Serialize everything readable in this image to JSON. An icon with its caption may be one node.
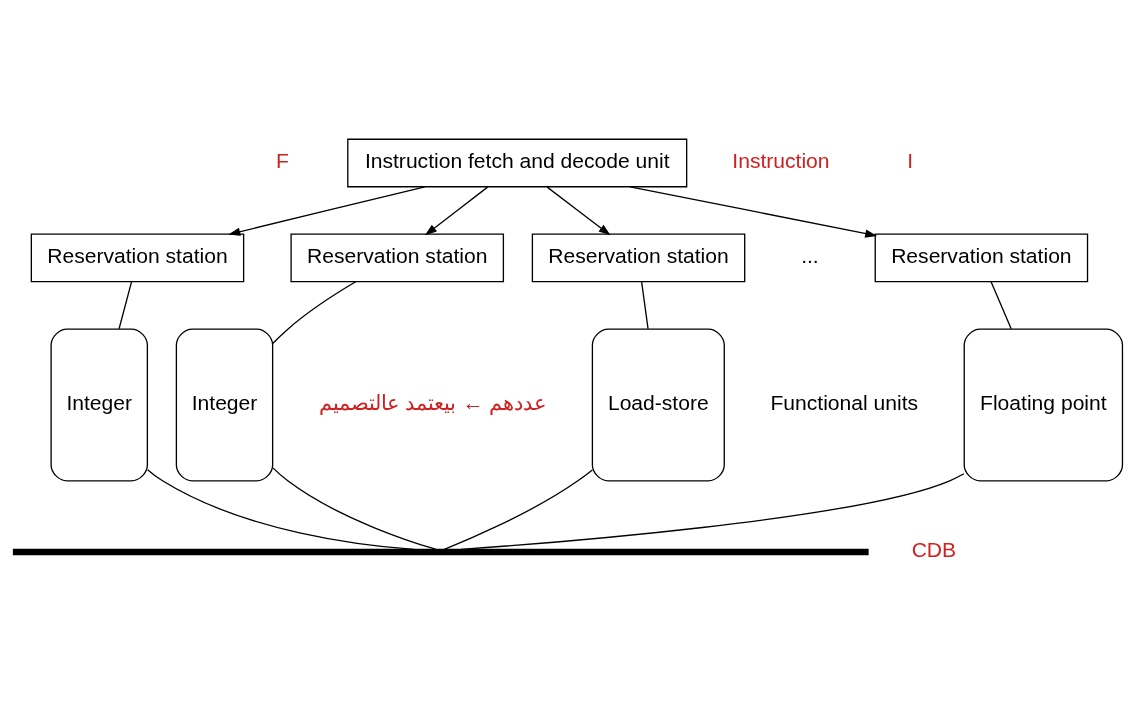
{
  "diagram": {
    "nodes": [
      {
        "text": [
          "Instruction fetch and decode unit"
        ]
      },
      {
        "text": [
          "Reservation station"
        ]
      },
      {
        "text": [
          "Reservation station"
        ]
      },
      {
        "text": [
          "Reservation station"
        ]
      },
      {
        "text": [
          "Reservation station"
        ]
      },
      {
        "text": [
          "Integer"
        ]
      },
      {
        "text": [
          "Integer"
        ]
      },
      {
        "text": [
          "Floating point"
        ]
      },
      {
        "text": [
          "Load-store"
        ]
      },
      {
        "text": [],
        "shape": "bar"
      }
    ],
    "edges": [
      {
        "from": 0,
        "to": 1,
        "arrow": "to"
      },
      {
        "from": 0,
        "to": 2,
        "arrow": "to"
      },
      {
        "from": 0,
        "to": 3,
        "arrow": "to"
      },
      {
        "from": 0,
        "to": 4,
        "arrow": "to"
      },
      {
        "from": 1,
        "to": 5,
        "arrow": "none"
      },
      {
        "from": 2,
        "to": 6,
        "arrow": "none"
      },
      {
        "from": 3,
        "to": 7,
        "arrow": "none"
      },
      {
        "from": 4,
        "to": 8,
        "arrow": "none"
      },
      {
        "from": 5,
        "to": 9,
        "arrow": "none"
      },
      {
        "from": 6,
        "to": 9,
        "arrow": "none"
      },
      {
        "from": 7,
        "to": 9,
        "arrow": "none"
      },
      {
        "from": 8,
        "to": 9,
        "arrow": "none"
      }
    ],
    "labels": [
      "F",
      "Instruction",
      "I",
      "...",
      "Functional units",
      "عددهم ← بيعتمد عالتصميم",
      "CDB"
    ]
  }
}
